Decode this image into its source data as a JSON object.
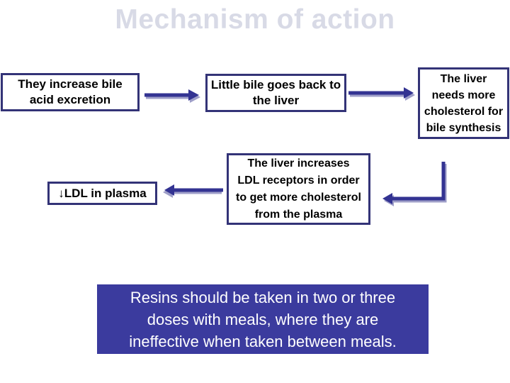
{
  "slide": {
    "title": "Mechanism of action"
  },
  "diagram": {
    "boxes": {
      "increase_bile": "They increase bile\nacid excretion",
      "little_bile": "Little bile goes back to\nthe liver",
      "liver_needs": "The liver\nneeds more\ncholesterol for\nbile synthesis",
      "ldl_receptors": "The liver increases\nLDL receptors in order\nto get more cholesterol\nfrom the plasma",
      "ldl_plasma": "↓LDL in plasma"
    },
    "arrows": [
      {
        "icon": "arrow-right-icon",
        "from": "increase_bile",
        "to": "little_bile",
        "direction": "right"
      },
      {
        "icon": "arrow-right-icon",
        "from": "little_bile",
        "to": "liver_needs",
        "direction": "right"
      },
      {
        "icon": "elbow-arrow-icon",
        "from": "liver_needs",
        "to": "ldl_receptors",
        "direction": "down-then-left"
      },
      {
        "icon": "arrow-left-icon",
        "from": "ldl_receptors",
        "to": "ldl_plasma",
        "direction": "left"
      }
    ]
  },
  "note": {
    "text": "Resins should be taken in two or three\ndoses with meals, where they are\nineffective when taken between meals."
  },
  "colors": {
    "background": "#ffffff",
    "title_text": "#d8dae6",
    "title_highlight": "#ffffff",
    "box_border": "#333377",
    "box_text": "#000000",
    "arrow": "#333392",
    "arrow_shadow": "#9e9ec8",
    "note_background": "#3b3b9e",
    "note_text": "#ffffff"
  }
}
